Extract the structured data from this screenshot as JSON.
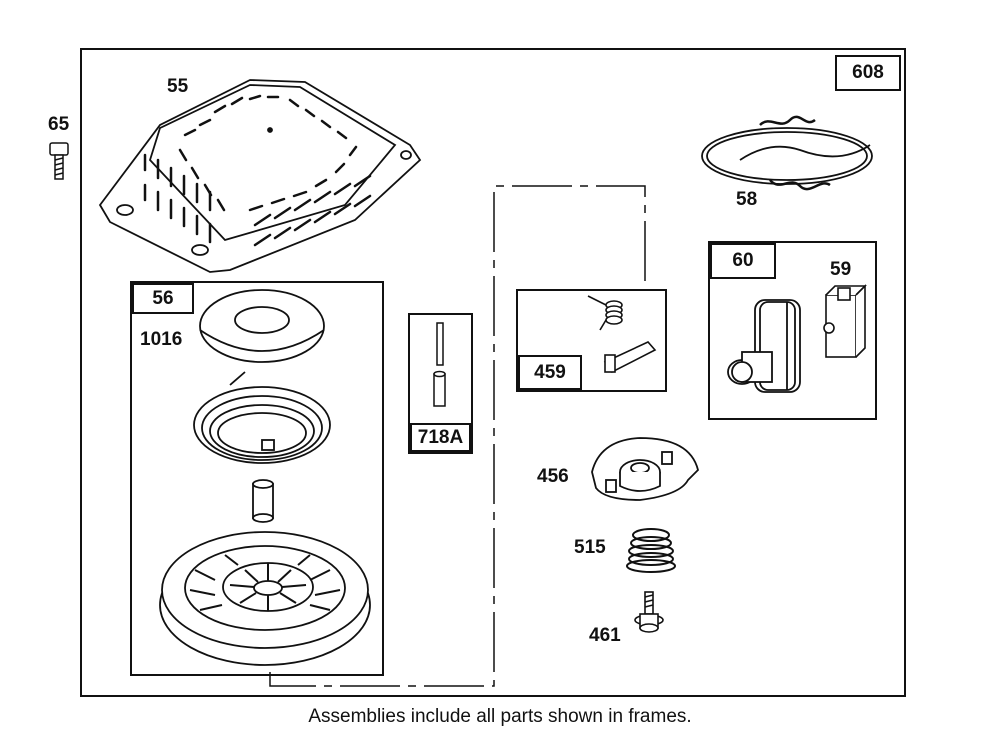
{
  "diagram": {
    "outer_frame_label": "608",
    "caption": "Assemblies include all parts shown in frames.",
    "parts": {
      "p55": "55",
      "p65": "65",
      "p56": "56",
      "p1016": "1016",
      "p718a": "718A",
      "p459": "459",
      "p456": "456",
      "p515": "515",
      "p461": "461",
      "p58": "58",
      "p60": "60",
      "p59": "59"
    }
  }
}
